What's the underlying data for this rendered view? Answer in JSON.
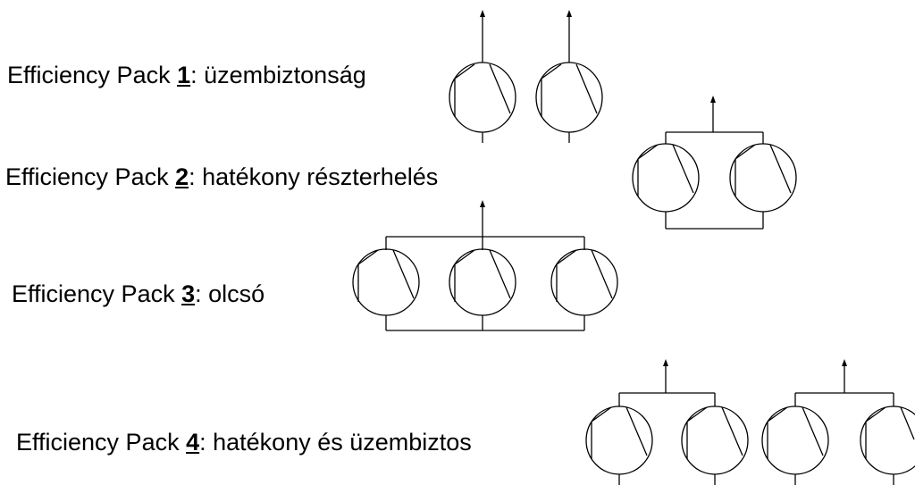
{
  "packs": [
    {
      "prefix": "Efficiency Pack ",
      "number": "1",
      "suffix": ": üzembiztonság"
    },
    {
      "prefix": "Efficiency Pack ",
      "number": "2",
      "suffix": ": hatékony részterhelés"
    },
    {
      "prefix": "Efficiency Pack ",
      "number": "3",
      "suffix": ": olcsó"
    },
    {
      "prefix": "Efficiency Pack ",
      "number": "4",
      "suffix": ": hatékony és üzembiztos"
    }
  ],
  "colors": {
    "ink": "#000000",
    "background": "#ffffff"
  },
  "icons": [
    "compressor-icon",
    "arrow-up-icon"
  ]
}
